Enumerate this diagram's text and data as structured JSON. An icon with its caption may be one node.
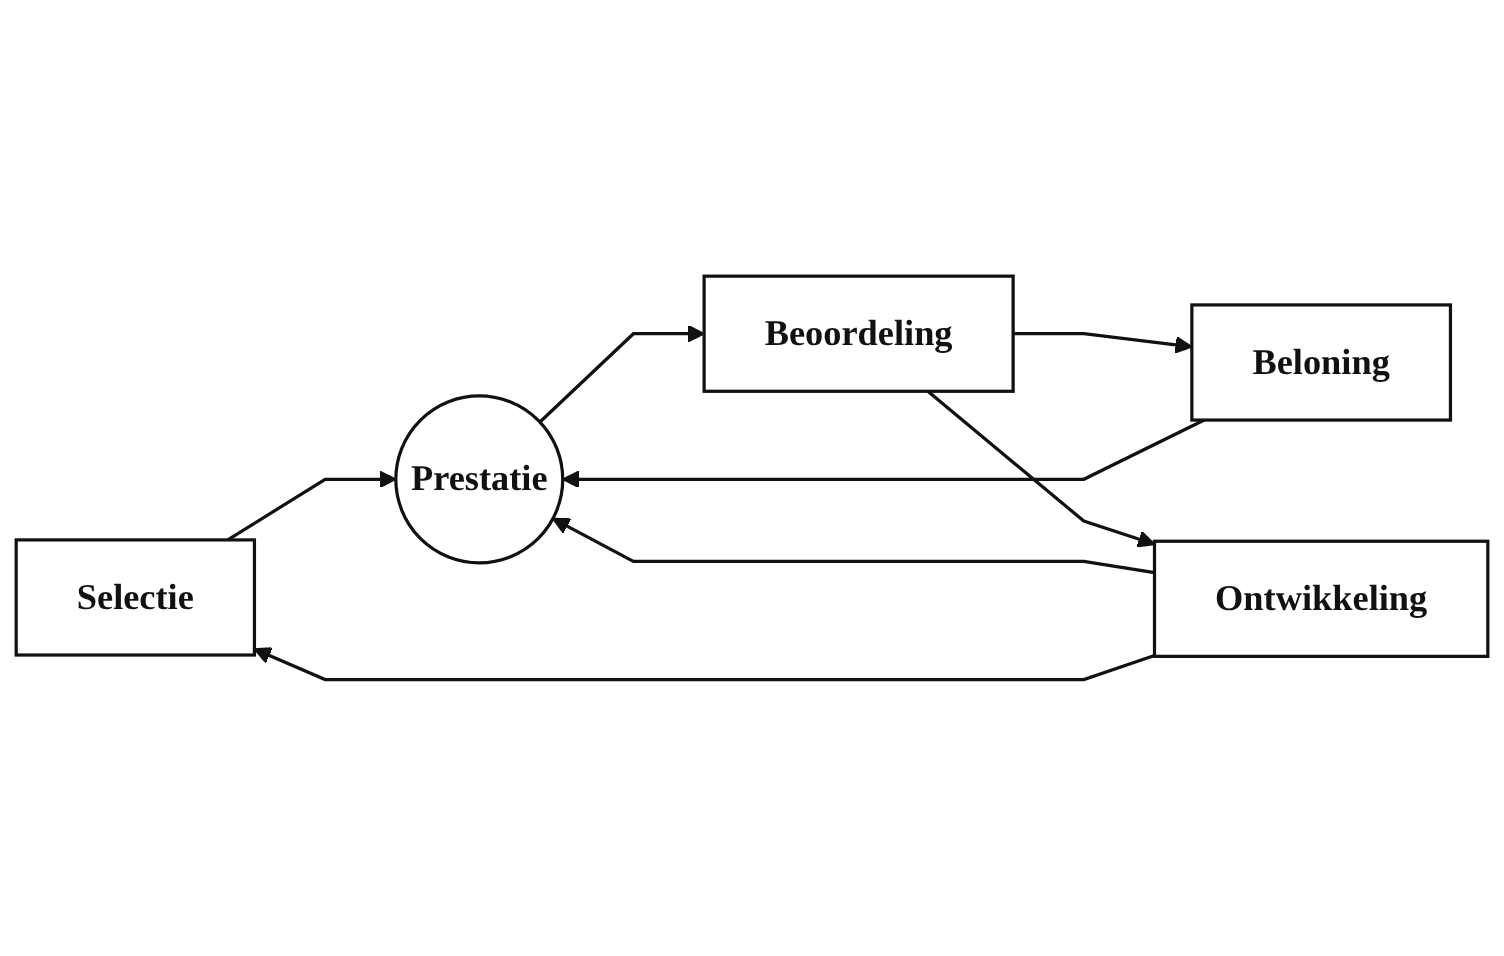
{
  "diagram": {
    "nodes": [
      {
        "text": [
          "Selectie"
        ]
      },
      {
        "text": [
          "Prestatie"
        ]
      },
      {
        "text": [
          "Beoordeling"
        ]
      },
      {
        "text": [
          "Beloning"
        ]
      },
      {
        "text": [
          "Ontwikkeling"
        ]
      }
    ],
    "edges": [
      {
        "from": 0,
        "to": 1,
        "arrow": "to"
      },
      {
        "from": 1,
        "to": 2,
        "arrow": "to"
      },
      {
        "from": 2,
        "to": 3,
        "arrow": "to"
      },
      {
        "from": 3,
        "to": 1,
        "arrow": "to"
      },
      {
        "from": 2,
        "to": 4,
        "arrow": "to"
      },
      {
        "from": 4,
        "to": 1,
        "arrow": "to"
      },
      {
        "from": 4,
        "to": 0,
        "arrow": "to"
      }
    ]
  }
}
